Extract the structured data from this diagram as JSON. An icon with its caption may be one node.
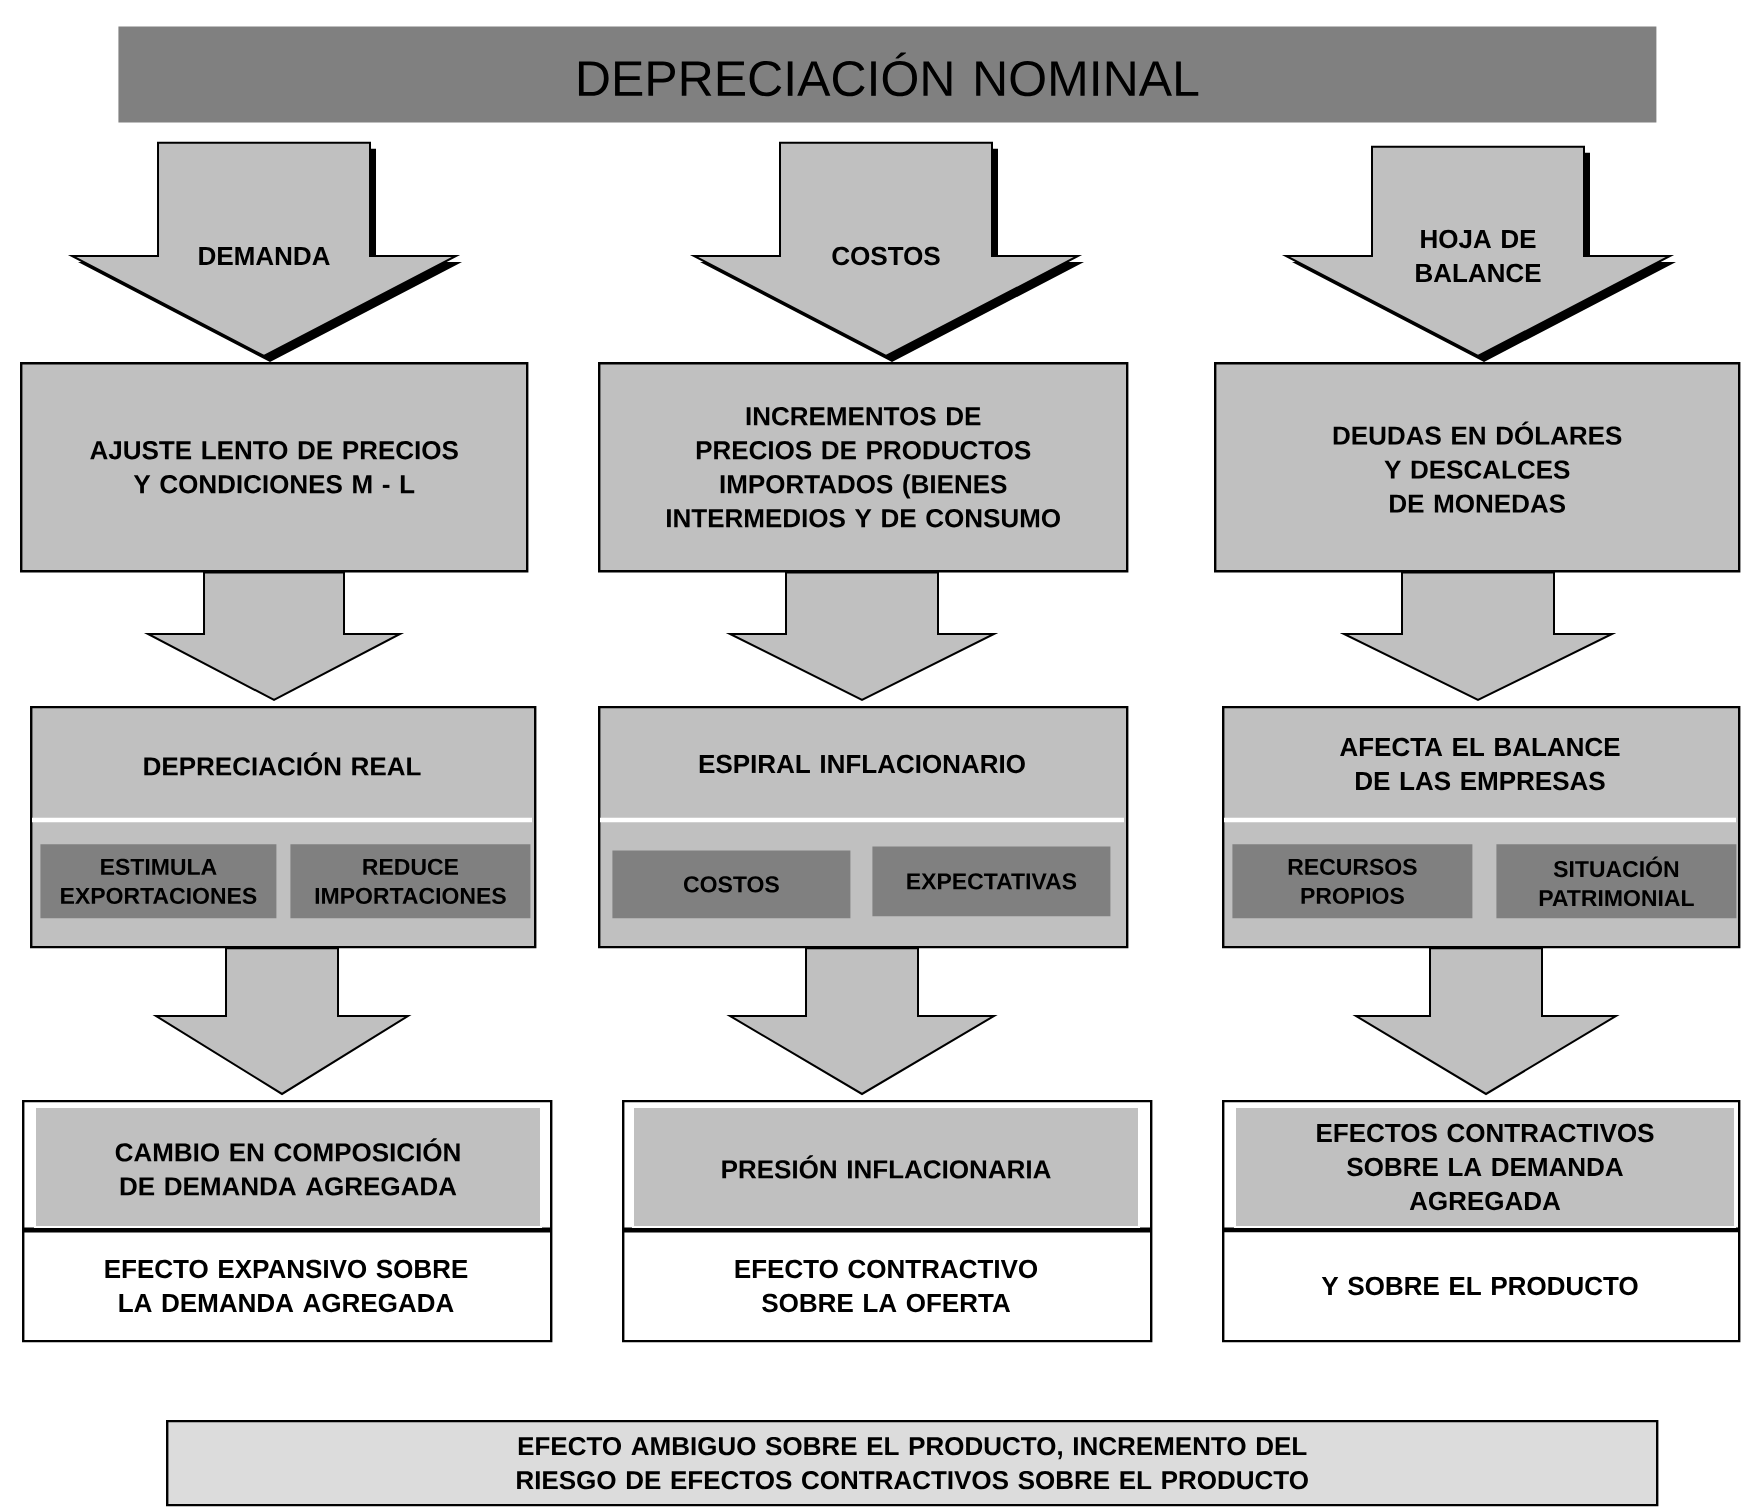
{
  "diagram": {
    "nodes": [
      {
        "text": [
          "DEPRECIACIÓN NOMINAL"
        ]
      },
      {
        "text": [
          "AJUSTE LENTO DE PRECIOS Y CONDICIONES M - L"
        ]
      },
      {
        "text": [
          "DEPRECIACIÓN REAL"
        ]
      },
      {
        "text": [
          "ESTIMULA EXPORTACIONES"
        ],
        "in": 2
      },
      {
        "text": [
          "REDUCE IMPORTACIONES"
        ],
        "in": 2
      },
      {
        "text": [
          "EFECTO EXPANSIVO SOBRE LA DEMANDA AGREGADA"
        ]
      },
      {
        "text": [
          "CAMBIO EN COMPOSICIÓN DE DEMANDA AGREGADA"
        ],
        "in": 5
      },
      {
        "text": [
          "INCREMENTOS DE PRECIOS DE PRODUCTOS IMPORTADOS (BIENES INTERMEDIOS Y DE CONSUMO"
        ]
      },
      {
        "text": [
          "ESPIRAL INFLACIONARIO"
        ]
      },
      {
        "text": [
          "COSTOS"
        ],
        "in": 8
      },
      {
        "text": [
          "EXPECTATIVAS"
        ],
        "in": 8
      },
      {
        "text": [
          "EFECTO CONTRACTIVO SOBRE LA OFERTA"
        ]
      },
      {
        "text": [
          "PRESIÓN INFLACIONARIA"
        ],
        "in": 11
      },
      {
        "text": [
          "DEUDAS EN DÓLARES Y DESCALCES DE MONEDAS"
        ]
      },
      {
        "text": [
          "AFECTA EL BALANCE DE LAS EMPRESAS"
        ]
      },
      {
        "text": [
          "RECURSOS PROPIOS"
        ],
        "in": 14
      },
      {
        "text": [
          "SITUACIÓN PATRIMONIAL"
        ],
        "in": 14
      },
      {
        "text": [
          "Y SOBRE EL PRODUCTO"
        ]
      },
      {
        "text": [
          "EFECTOS CONTRACTIVOS SOBRE LA DEMANDA AGREGADA"
        ],
        "in": 17
      },
      {
        "text": [
          "EFECTO AMBIGUO SOBRE EL PRODUCTO, INCREMENTO DEL RIESGO DE EFECTOS CONTRACTIVOS SOBRE EL PRODUCTO"
        ]
      }
    ],
    "edges": [
      {
        "from": 0,
        "to": 1,
        "arrow": "to",
        "label": "DEMANDA"
      },
      {
        "from": 0,
        "to": 7,
        "arrow": "to",
        "label": "COSTOS"
      },
      {
        "from": 0,
        "to": 13,
        "arrow": "to",
        "label": "HOJA DE BALANCE"
      },
      {
        "from": 1,
        "to": 2,
        "arrow": "to"
      },
      {
        "from": 2,
        "to": 5,
        "arrow": "to"
      },
      {
        "from": 7,
        "to": 8,
        "arrow": "to"
      },
      {
        "from": 8,
        "to": 11,
        "arrow": "to"
      },
      {
        "from": 13,
        "to": 14,
        "arrow": "to"
      },
      {
        "from": 14,
        "to": 17,
        "arrow": "to"
      }
    ]
  }
}
